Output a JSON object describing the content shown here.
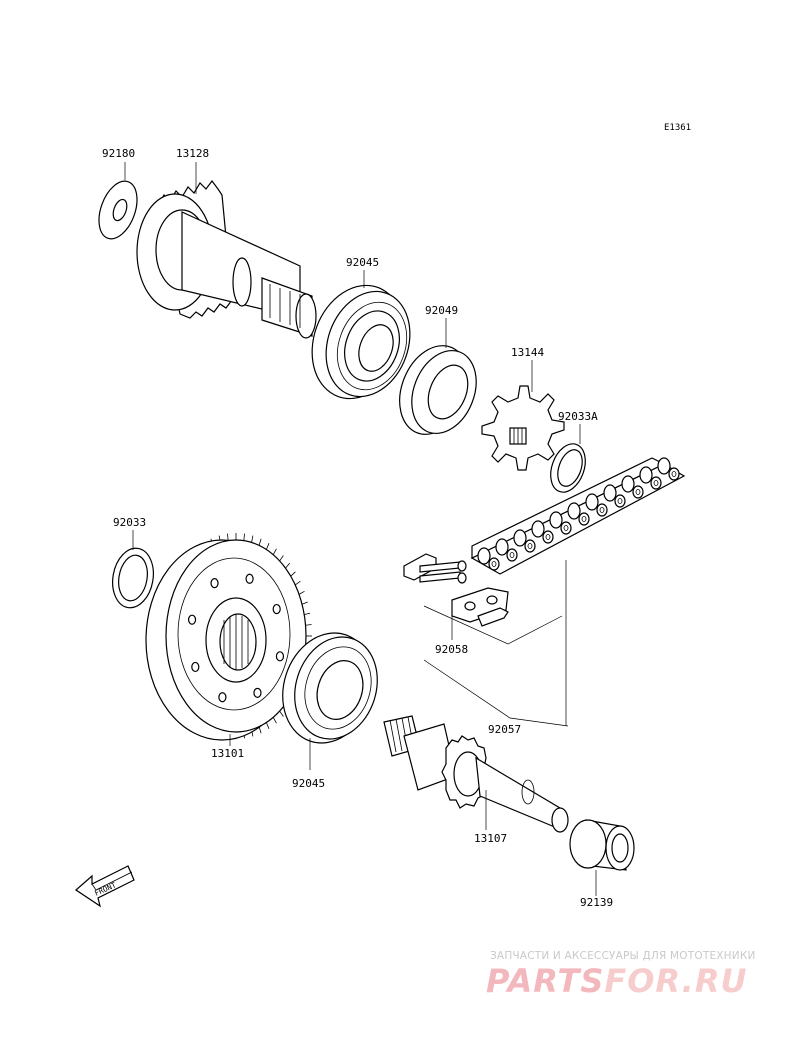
{
  "diagram_code": "E1361",
  "parts": [
    {
      "id": "p92180",
      "number": "92180"
    },
    {
      "id": "p13128",
      "number": "13128"
    },
    {
      "id": "p92045a",
      "number": "92045"
    },
    {
      "id": "p92049",
      "number": "92049"
    },
    {
      "id": "p13144",
      "number": "13144"
    },
    {
      "id": "p92033a",
      "number": "92033A"
    },
    {
      "id": "p92033",
      "number": "92033"
    },
    {
      "id": "p92058",
      "number": "92058"
    },
    {
      "id": "p92057",
      "number": "92057"
    },
    {
      "id": "p13101",
      "number": "13101"
    },
    {
      "id": "p92045b",
      "number": "92045"
    },
    {
      "id": "p13107",
      "number": "13107"
    },
    {
      "id": "p92139",
      "number": "92139"
    }
  ],
  "front_label": "FRONT",
  "watermark": {
    "caption": "ЗАПЧАСТИ И АКСЕССУАРЫ ДЛЯ МОТОТЕХНИКИ",
    "logo_part1": "PARTS",
    "logo_part2": "FOR.RU"
  },
  "colors": {
    "line": "#000000",
    "watermark_red": "#f3b8bd"
  }
}
